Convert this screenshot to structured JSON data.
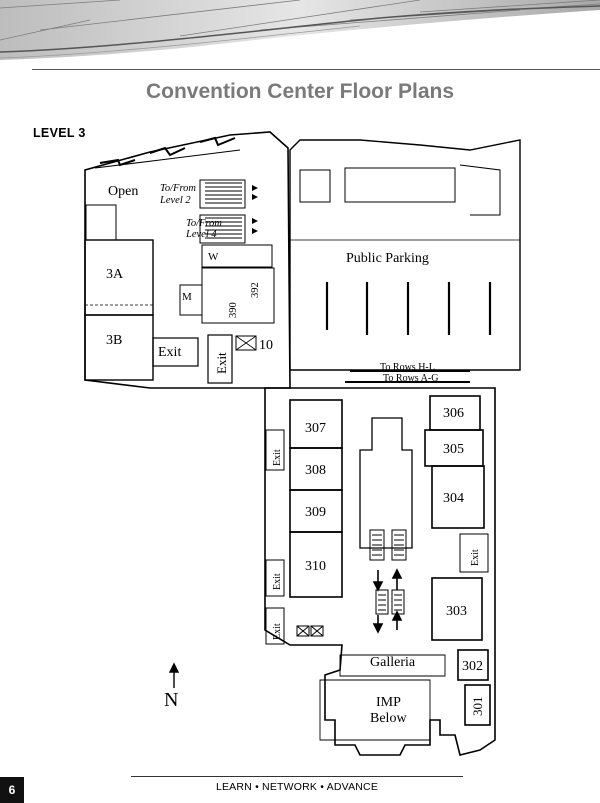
{
  "page": {
    "title": "Convention Center Floor Plans",
    "level": "LEVEL 3",
    "page_number": "6",
    "footer": "LEARN  •  NETWORK  • ADVANCE"
  },
  "rooms": {
    "open": "Open",
    "to_from_level2": [
      "To/From",
      "Level 2"
    ],
    "to_from_level4": [
      "To/From",
      "Level 4"
    ],
    "w": "W",
    "m": "M",
    "r390": "390",
    "r392": "392",
    "r3a": "3A",
    "r3b": "3B",
    "exit_a": "Exit",
    "exit_b": "Exit",
    "r10": "10",
    "public_parking": "Public Parking",
    "rows_hl": "To Rows H-L",
    "rows_ag": "To Rows A-G",
    "r307": "307",
    "r308": "308",
    "r309": "309",
    "r310": "310",
    "exit_c": "Exit",
    "exit_d": "Exit",
    "exit_e": "Exit",
    "exit_f": "Exit",
    "r306": "306",
    "r305": "305",
    "r304": "304",
    "r303": "303",
    "r302": "302",
    "r301": "301",
    "galleria": "Galleria",
    "imp_below": [
      "IMP",
      "Below"
    ],
    "north": "N"
  }
}
